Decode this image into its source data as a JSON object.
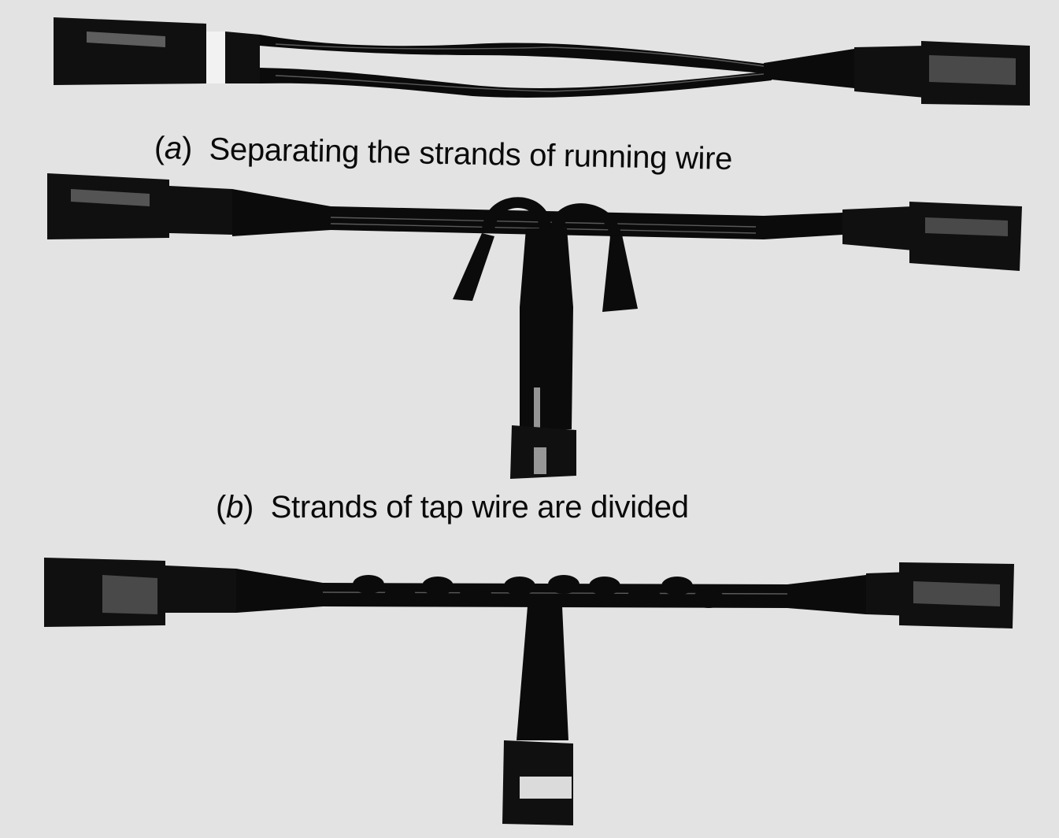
{
  "captions": {
    "a": {
      "letter": "a",
      "text": "Separating the strands of running wire"
    },
    "b": {
      "letter": "b",
      "text": "Strands of tap wire are divided"
    }
  },
  "colors": {
    "background": "#e3e3e3",
    "wire": "#0b0b0b",
    "text": "#0a0a0a"
  }
}
